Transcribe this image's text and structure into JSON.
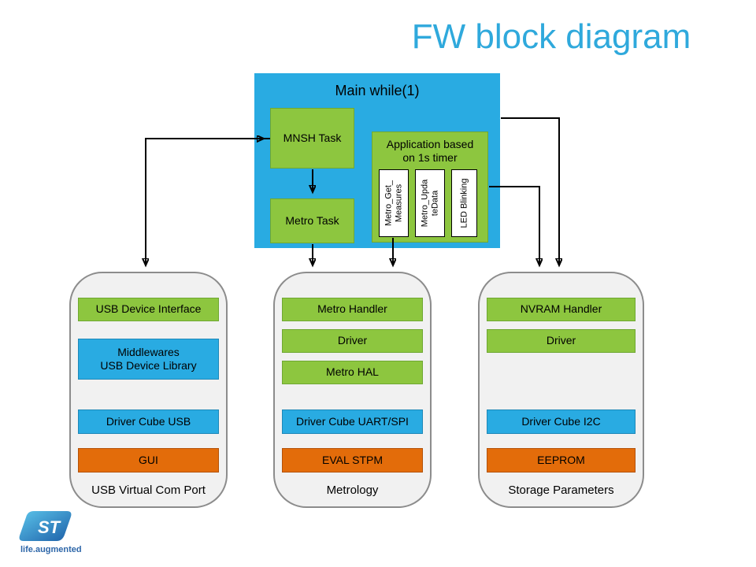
{
  "title": "FW block diagram",
  "colors": {
    "title-blue": "#2FA9DC",
    "box-blue": "#29ABE2",
    "box-green": "#8DC63F",
    "box-orange": "#E36C0A",
    "container-gray": "#F1F1F1",
    "border-gray": "#8C8C8C",
    "tagline-blue": "#2D66A8"
  },
  "main": {
    "label": "Main while(1)",
    "mnsh": "MNSH Task",
    "metro": "Metro Task",
    "app": {
      "label": "Application based\non 1s timer",
      "items": [
        "Metro_Get_\nMeasures",
        "Metro_Upda\nteData",
        "LED Blinking"
      ]
    }
  },
  "containers": [
    {
      "label": "USB Virtual Com Port",
      "blocks": [
        {
          "text": "USB Device Interface",
          "kind": "green"
        },
        {
          "text": "Middlewares\nUSB Device Library",
          "kind": "blue"
        },
        {
          "text": "Driver Cube USB",
          "kind": "blue"
        },
        {
          "text": "GUI",
          "kind": "orange"
        }
      ]
    },
    {
      "label": "Metrology",
      "blocks": [
        {
          "text": "Metro Handler",
          "kind": "green"
        },
        {
          "text": "Driver",
          "kind": "green"
        },
        {
          "text": "Metro HAL",
          "kind": "green"
        },
        {
          "text": "Driver Cube UART/SPI",
          "kind": "blue"
        },
        {
          "text": "EVAL STPM",
          "kind": "orange"
        }
      ]
    },
    {
      "label": "Storage Parameters",
      "blocks": [
        {
          "text": "NVRAM Handler",
          "kind": "green"
        },
        {
          "text": "Driver",
          "kind": "green"
        },
        {
          "text": "Driver Cube I2C",
          "kind": "blue"
        },
        {
          "text": "EEPROM",
          "kind": "orange"
        }
      ]
    }
  ],
  "logo": {
    "brand": "ST",
    "tagline": "life.augmented"
  }
}
